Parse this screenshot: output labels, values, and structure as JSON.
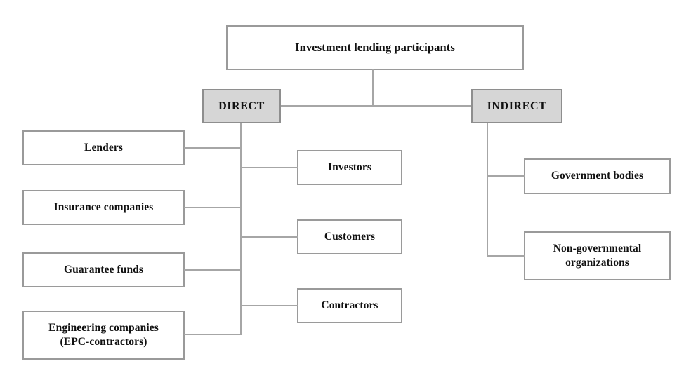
{
  "diagram": {
    "title": "Investment lending participants",
    "root": {
      "label": "Investment lending participants"
    },
    "branches": [
      {
        "key": "direct",
        "label": "DIRECT",
        "shaded": true,
        "children": [
          {
            "key": "lenders",
            "label": "Lenders",
            "side": "left"
          },
          {
            "key": "insurance-companies",
            "label": "Insurance companies",
            "side": "left"
          },
          {
            "key": "guarantee-funds",
            "label": "Guarantee funds",
            "side": "left"
          },
          {
            "key": "engineering-companies",
            "label": "Engineering companies\n(EPC-contractors)",
            "side": "left"
          },
          {
            "key": "investors",
            "label": "Investors",
            "side": "right"
          },
          {
            "key": "customers",
            "label": "Customers",
            "side": "right"
          },
          {
            "key": "contractors",
            "label": "Contractors",
            "side": "right"
          }
        ]
      },
      {
        "key": "indirect",
        "label": "INDIRECT",
        "shaded": true,
        "children": [
          {
            "key": "government-bodies",
            "label": "Government bodies",
            "side": "right"
          },
          {
            "key": "non-governmental-organizations",
            "label": "Non-governmental\norganizations",
            "side": "right"
          }
        ]
      }
    ],
    "labels": {
      "root": "Investment lending participants",
      "direct": "DIRECT",
      "indirect": "INDIRECT",
      "lenders": "Lenders",
      "insurance_companies": "Insurance companies",
      "guarantee_funds": "Guarantee funds",
      "engineering_line1": "Engineering companies",
      "engineering_line2": "(EPC-contractors)",
      "investors": "Investors",
      "customers": "Customers",
      "contractors": "Contractors",
      "government_bodies": "Government bodies",
      "ngo_line1": "Non-governmental",
      "ngo_line2": "organizations"
    },
    "colors": {
      "box_border": "#9a9a9a",
      "box_fill": "#ffffff",
      "shaded_fill": "#d6d6d6",
      "connector": "#a6a6a6",
      "text": "#111111",
      "background": "#ffffff"
    }
  }
}
